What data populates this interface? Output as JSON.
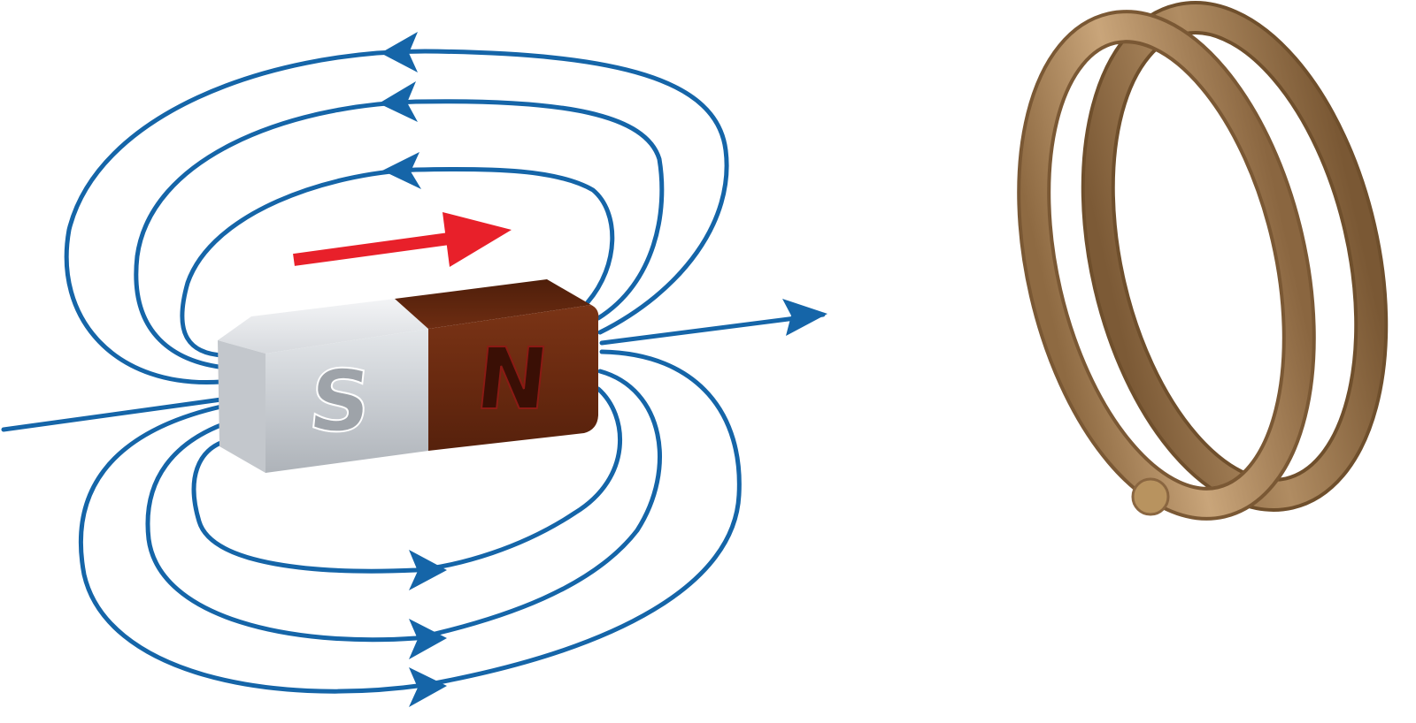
{
  "magnet": {
    "south_label": "S",
    "north_label": "N",
    "south_color": "#cfd3d8",
    "north_color": "#6b2a12"
  },
  "colors": {
    "field_lines": "#1565a8",
    "motion_arrow": "#e8202a",
    "coil": "#a88458",
    "background": "#ffffff"
  },
  "icons": {
    "motion": "arrow-right",
    "field": "arrowheads"
  }
}
